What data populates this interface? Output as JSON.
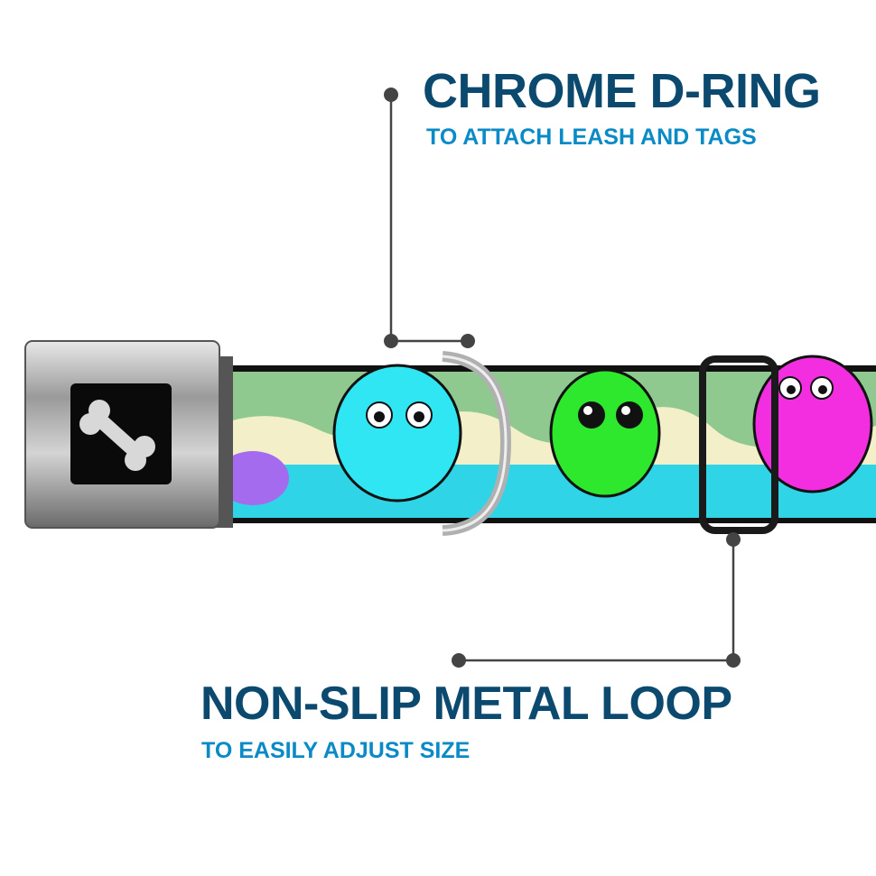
{
  "callouts": {
    "d_ring": {
      "title": "CHROME D-RING",
      "subtitle": "TO ATTACH LEASH AND TAGS"
    },
    "metal_loop": {
      "title": "NON-SLIP METAL LOOP",
      "subtitle": "TO EASILY ADJUST SIZE"
    }
  },
  "colors": {
    "title": "#0b4a6e",
    "subtitle": "#0a8ac6",
    "line": "#444444"
  }
}
